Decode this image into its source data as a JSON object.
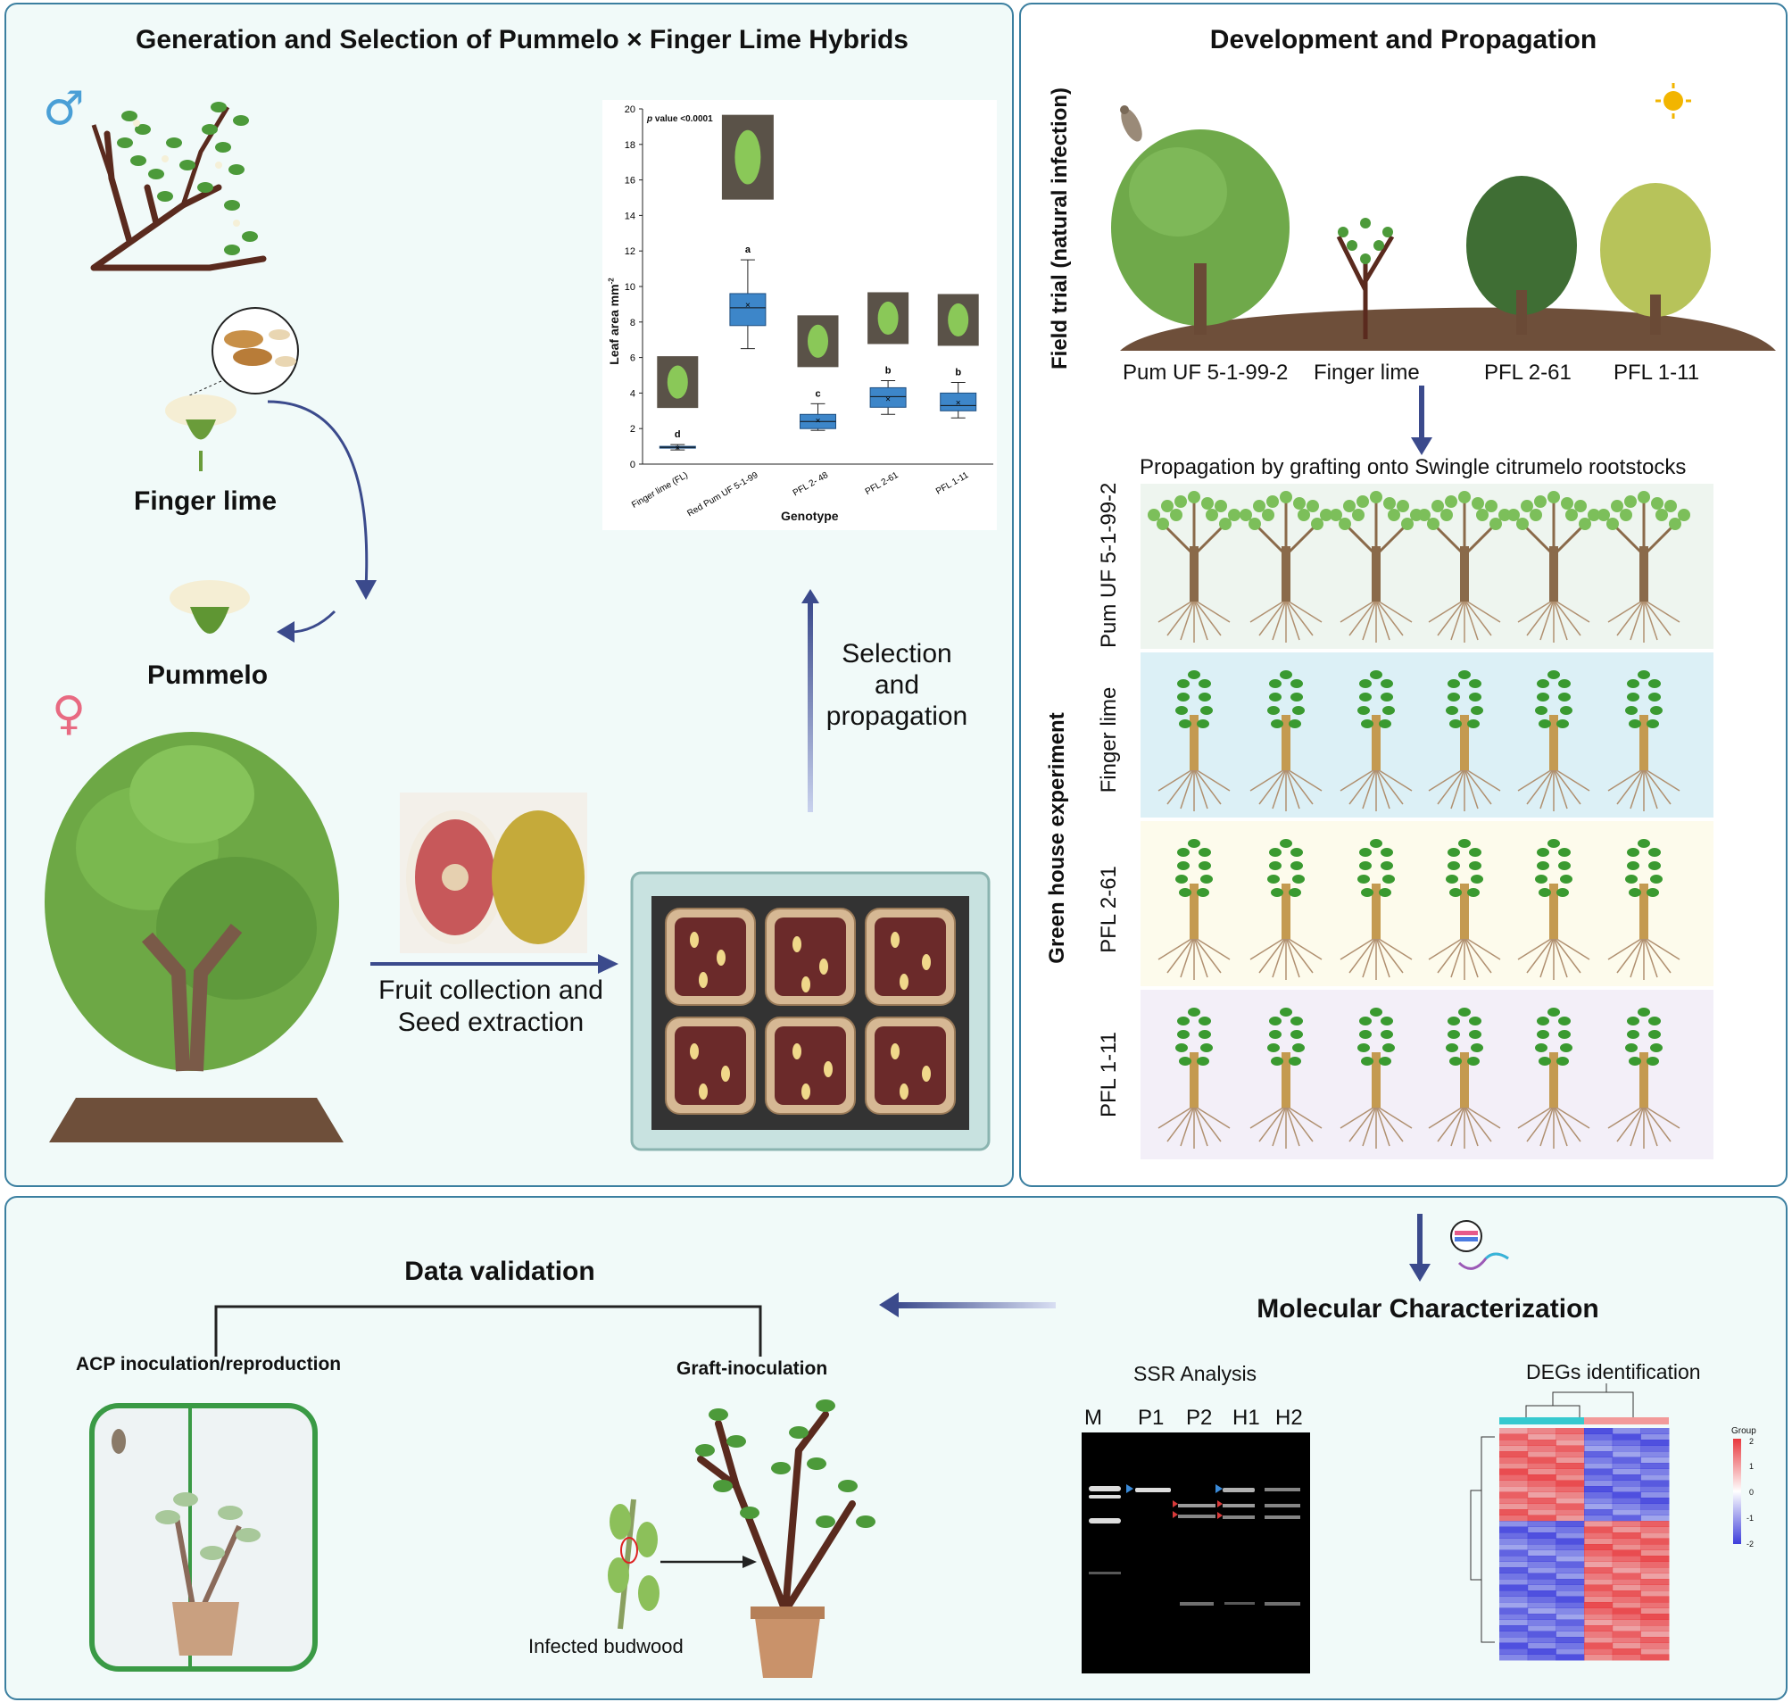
{
  "panel1": {
    "title": "Generation and Selection of Pummelo × Finger Lime Hybrids",
    "male_symbol": "♂",
    "female_symbol": "♀",
    "finger_lime_label": "Finger lime",
    "pummelo_label": "Pummelo",
    "fruit_label_line1": "Fruit collection and",
    "fruit_label_line2": "Seed extraction",
    "selection_line1": "Selection",
    "selection_line2": "and",
    "selection_line3": "propagation"
  },
  "chart_data": {
    "type": "box",
    "pvalue_italic": "p",
    "pvalue_rest": " value <0.0001",
    "xlabel": "Genotype",
    "ylabel": "Leaf area mm",
    "ylabel_sup": "-2",
    "ylim": [
      0,
      20
    ],
    "yticks": [
      "0",
      "2",
      "4",
      "6",
      "8",
      "10",
      "12",
      "14",
      "16",
      "18",
      "20"
    ],
    "categories": [
      "Finger lime (FL)",
      "Red Pum UF 5-1-99",
      "PFL 2- 48",
      "PFL 2-61",
      "PFL 1-11"
    ],
    "boxes": [
      {
        "category": "Finger lime (FL)",
        "min": 0.8,
        "q1": 0.9,
        "median": 0.95,
        "q3": 1.0,
        "max": 1.1,
        "mean": 0.95,
        "letter": "d"
      },
      {
        "category": "Red Pum UF 5-1-99",
        "min": 6.5,
        "q1": 7.8,
        "median": 8.8,
        "q3": 9.6,
        "max": 11.5,
        "mean": 9.0,
        "letter": "a"
      },
      {
        "category": "PFL 2- 48",
        "min": 1.9,
        "q1": 2.0,
        "median": 2.4,
        "q3": 2.8,
        "max": 3.4,
        "mean": 2.5,
        "letter": "c"
      },
      {
        "category": "PFL 2-61",
        "min": 2.8,
        "q1": 3.2,
        "median": 3.8,
        "q3": 4.3,
        "max": 4.7,
        "mean": 3.7,
        "letter": "b"
      },
      {
        "category": "PFL 1-11",
        "min": 2.6,
        "q1": 3.0,
        "median": 3.3,
        "q3": 4.0,
        "max": 4.6,
        "mean": 3.5,
        "letter": "b"
      }
    ]
  },
  "panel2": {
    "title": "Development and Propagation",
    "field_trial_label": "Field trial (natural infection)",
    "field_trees": [
      "Pum UF 5-1-99-2",
      "Finger lime",
      "PFL 2-61",
      "PFL 1-11"
    ],
    "propagation_label": "Propagation by grafting onto Swingle citrumelo rootstocks",
    "greenhouse_label": "Green house experiment",
    "rows": [
      {
        "label": "Pum UF 5-1-99-2",
        "bg": "#eef5ef"
      },
      {
        "label": "Finger lime",
        "bg": "#dcf0f6"
      },
      {
        "label": "PFL 2-61",
        "bg": "#fdfbec"
      },
      {
        "label": "PFL 1-11",
        "bg": "#f3eff8"
      }
    ]
  },
  "panel3": {
    "data_validation_title": "Data validation",
    "acp_label": "ACP inoculation/reproduction",
    "graft_label": "Graft-inoculation",
    "infected_budwood_label": "Infected budwood",
    "molecular_title": "Molecular Characterization",
    "ssr_title": "SSR Analysis",
    "lanes": [
      "M",
      "P1",
      "P2",
      "H1",
      "H2"
    ],
    "degs_title": "DEGs identification",
    "heatmap_legend_title": "Group",
    "heatmap_scale": [
      "2",
      "1",
      "0",
      "-1",
      "-2"
    ]
  },
  "colors": {
    "panel_border": "#3b7fa0",
    "panel_bg": "#f1faf9",
    "arrow": "#3b4a8c",
    "box_fill": "#3d86c9",
    "heatmap_red": "#e8383d",
    "heatmap_blue": "#3d3ddb"
  }
}
